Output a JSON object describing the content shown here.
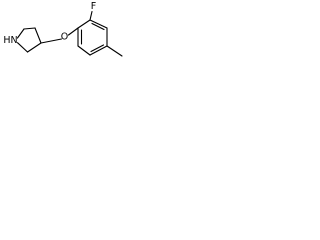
{
  "molecule": {
    "atoms": {
      "pyrrolidine_nitrogen": "HN",
      "ether_oxygen": "O",
      "fluorine": "F"
    },
    "colors": {
      "bond": "#000000",
      "label": "#000000",
      "background": "#ffffff"
    }
  }
}
